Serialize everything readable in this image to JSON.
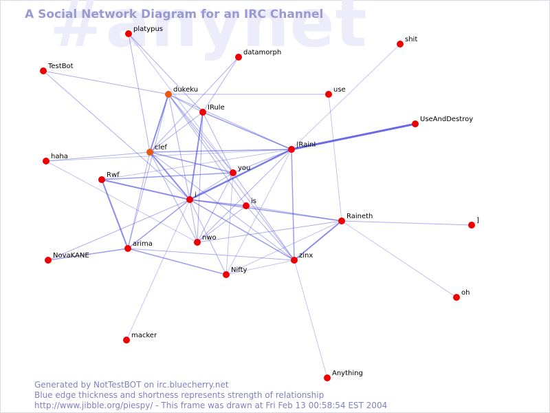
{
  "watermark": "#anynet",
  "title": "A Social Network Diagram for an IRC Channel",
  "footer": {
    "line1": "Generated by NotTestBOT on irc.bluecherry.net",
    "line2": "Blue edge thickness and shortness represents strength of relationship",
    "line3": "http://www.jibble.org/piespy/ - This frame was drawn at Fri Feb 13 00:58:54 EST 2004"
  },
  "colors": {
    "node": "#ee0000",
    "node_recent": "#e85810",
    "edge": "#5a5ae6",
    "title": "#9a9ad2",
    "watermark": "#ececfb"
  },
  "nodes": [
    {
      "id": "platypus",
      "label": "platypus"
    },
    {
      "id": "datamorph",
      "label": "datamorph"
    },
    {
      "id": "shit",
      "label": "shit"
    },
    {
      "id": "TestBot",
      "label": "TestBot"
    },
    {
      "id": "use",
      "label": "use"
    },
    {
      "id": "dukeku",
      "label": "dukeku",
      "recent": true
    },
    {
      "id": "IRule",
      "label": "IRule"
    },
    {
      "id": "UseAndDestroy",
      "label": "UseAndDestroy"
    },
    {
      "id": "clef",
      "label": "clef",
      "recent": true
    },
    {
      "id": "IRainI",
      "label": "|RainI"
    },
    {
      "id": "haha",
      "label": "haha"
    },
    {
      "id": "you",
      "label": "you"
    },
    {
      "id": "Rwf",
      "label": "Rwf"
    },
    {
      "id": "i",
      "label": "i"
    },
    {
      "id": "is",
      "label": "is"
    },
    {
      "id": "Raineth",
      "label": "Raineth"
    },
    {
      "id": "bracket",
      "label": "]"
    },
    {
      "id": "nwo",
      "label": "nwo"
    },
    {
      "id": "arima",
      "label": "arima"
    },
    {
      "id": "NovaKANE",
      "label": "NovaKANE"
    },
    {
      "id": "zinx",
      "label": "zinx"
    },
    {
      "id": "Nifty",
      "label": "Nifty"
    },
    {
      "id": "oh",
      "label": "oh"
    },
    {
      "id": "macker",
      "label": "macker"
    },
    {
      "id": "Anything",
      "label": "Anything"
    }
  ],
  "edges": [
    {
      "source": "IRainI",
      "target": "UseAndDestroy",
      "weight": 3
    },
    {
      "source": "i",
      "target": "IRainI",
      "weight": 2.5
    },
    {
      "source": "Rwf",
      "target": "arima",
      "weight": 2
    },
    {
      "source": "Raineth",
      "target": "zinx",
      "weight": 2
    },
    {
      "source": "i",
      "target": "IRule",
      "weight": 2
    },
    {
      "source": "clef",
      "target": "dukeku",
      "weight": 2
    },
    {
      "source": "clef",
      "target": "i",
      "weight": 2
    },
    {
      "source": "Rwf",
      "target": "i",
      "weight": 2
    },
    {
      "source": "arima",
      "target": "Nifty",
      "weight": 1.5
    },
    {
      "source": "arima",
      "target": "NovaKANE",
      "weight": 1.5
    },
    {
      "source": "i",
      "target": "Raineth",
      "weight": 1.5
    },
    {
      "source": "i",
      "target": "zinx",
      "weight": 1.5
    },
    {
      "source": "clef",
      "target": "IRainI",
      "weight": 1.5
    },
    {
      "source": "IRainI",
      "target": "zinx",
      "weight": 1.5
    },
    {
      "source": "clef",
      "target": "you",
      "weight": 1.5
    },
    {
      "source": "Rwf",
      "target": "you",
      "weight": 1.5
    },
    {
      "source": "IRule",
      "target": "IRainI",
      "weight": 1.5
    },
    {
      "source": "i",
      "target": "arima",
      "weight": 1.5
    },
    {
      "source": "i",
      "target": "is",
      "weight": 1.5
    },
    {
      "source": "dukeku",
      "target": "IRainI",
      "weight": 1
    },
    {
      "source": "Raineth",
      "target": "bracket",
      "weight": 1
    },
    {
      "source": "is",
      "target": "Raineth",
      "weight": 1
    },
    {
      "source": "i",
      "target": "you",
      "weight": 1
    },
    {
      "source": "clef",
      "target": "haha",
      "weight": 1
    },
    {
      "source": "platypus",
      "target": "IRule",
      "weight": 1
    },
    {
      "source": "platypus",
      "target": "clef",
      "weight": 1
    },
    {
      "source": "TestBot",
      "target": "dukeku",
      "weight": 1
    },
    {
      "source": "TestBot",
      "target": "i",
      "weight": 1
    },
    {
      "source": "dukeku",
      "target": "use",
      "weight": 1
    },
    {
      "source": "dukeku",
      "target": "IRule",
      "weight": 1
    },
    {
      "source": "dukeku",
      "target": "you",
      "weight": 1
    },
    {
      "source": "dukeku",
      "target": "i",
      "weight": 1
    },
    {
      "source": "dukeku",
      "target": "is",
      "weight": 1
    },
    {
      "source": "dukeku",
      "target": "zinx",
      "weight": 1
    },
    {
      "source": "dukeku",
      "target": "arima",
      "weight": 1
    },
    {
      "source": "datamorph",
      "target": "clef",
      "weight": 1
    },
    {
      "source": "datamorph",
      "target": "IRule",
      "weight": 1
    },
    {
      "source": "IRule",
      "target": "clef",
      "weight": 1
    },
    {
      "source": "IRule",
      "target": "you",
      "weight": 1
    },
    {
      "source": "IRule",
      "target": "nwo",
      "weight": 1
    },
    {
      "source": "you",
      "target": "nwo",
      "weight": 1
    },
    {
      "source": "you",
      "target": "zinx",
      "weight": 1
    },
    {
      "source": "you",
      "target": "IRainI",
      "weight": 1
    },
    {
      "source": "is",
      "target": "nwo",
      "weight": 1
    },
    {
      "source": "is",
      "target": "zinx",
      "weight": 1
    },
    {
      "source": "clef",
      "target": "arima",
      "weight": 1
    },
    {
      "source": "clef",
      "target": "nwo",
      "weight": 1
    },
    {
      "source": "clef",
      "target": "zinx",
      "weight": 1
    },
    {
      "source": "i",
      "target": "NovaKANE",
      "weight": 1
    },
    {
      "source": "i",
      "target": "Nifty",
      "weight": 1
    },
    {
      "source": "i",
      "target": "nwo",
      "weight": 1
    },
    {
      "source": "nwo",
      "target": "Raineth",
      "weight": 1
    },
    {
      "source": "nwo",
      "target": "IRainI",
      "weight": 1
    },
    {
      "source": "arima",
      "target": "zinx",
      "weight": 1
    },
    {
      "source": "zinx",
      "target": "Anything",
      "weight": 0.8
    },
    {
      "source": "zinx",
      "target": "Nifty",
      "weight": 0.8
    },
    {
      "source": "Nifty",
      "target": "IRainI",
      "weight": 0.8
    },
    {
      "source": "Nifty",
      "target": "you",
      "weight": 0.8
    },
    {
      "source": "i",
      "target": "macker",
      "weight": 0.8
    },
    {
      "source": "IRainI",
      "target": "shit",
      "weight": 0.8
    },
    {
      "source": "IRainI",
      "target": "haha",
      "weight": 0.8
    },
    {
      "source": "use",
      "target": "Raineth",
      "weight": 0.8
    },
    {
      "source": "Raineth",
      "target": "oh",
      "weight": 0.8
    },
    {
      "source": "haha",
      "target": "nwo",
      "weight": 0.8
    },
    {
      "source": "platypus",
      "target": "you",
      "weight": 0.8
    },
    {
      "source": "Rwf",
      "target": "IRainI",
      "weight": 0.8
    },
    {
      "source": "Raineth",
      "target": "Nifty",
      "weight": 0.8
    }
  ]
}
